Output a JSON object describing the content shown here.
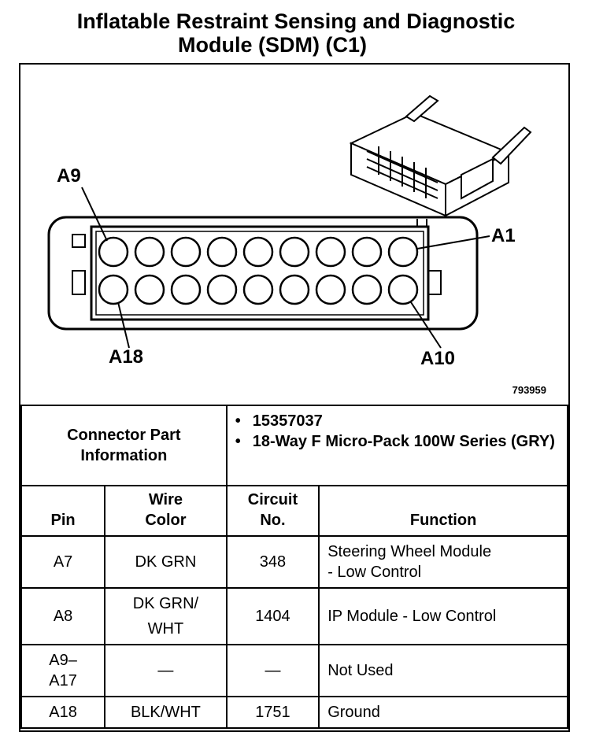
{
  "title_line1": "Inflatable Restraint Sensing and Diagnostic",
  "title_line2": "Module (SDM) (C1)",
  "pin_labels": {
    "a9": "A9",
    "a1": "A1",
    "a18": "A18",
    "a10": "A10"
  },
  "illustration_number": "793959",
  "connector_part_info": {
    "label_line1": "Connector Part",
    "label_line2": "Information",
    "items": [
      "15357037",
      "18-Way F Micro-Pack 100W Series (GRY)"
    ]
  },
  "columns": {
    "pin": "Pin",
    "wire_color_line1": "Wire",
    "wire_color_line2": "Color",
    "circuit_line1": "Circuit",
    "circuit_line2": "No.",
    "function": "Function"
  },
  "rows": [
    {
      "pin": "A7",
      "wire_line1": "DK GRN",
      "wire_line2": "",
      "circuit": "348",
      "function_line1": "Steering Wheel Module",
      "function_line2": "- Low Control"
    },
    {
      "pin": "A8",
      "wire_line1": "DK GRN/",
      "wire_line2": "WHT",
      "circuit": "1404",
      "function_line1": "IP Module - Low Control",
      "function_line2": ""
    },
    {
      "pin": "A9–\nA17",
      "pin_line1": "A9–",
      "pin_line2": "A17",
      "wire_line1": "—",
      "wire_line2": "",
      "circuit": "—",
      "function_line1": "Not Used",
      "function_line2": ""
    },
    {
      "pin": "A18",
      "wire_line1": "BLK/WHT",
      "wire_line2": "",
      "circuit": "1751",
      "function_line1": "Ground",
      "function_line2": ""
    }
  ]
}
